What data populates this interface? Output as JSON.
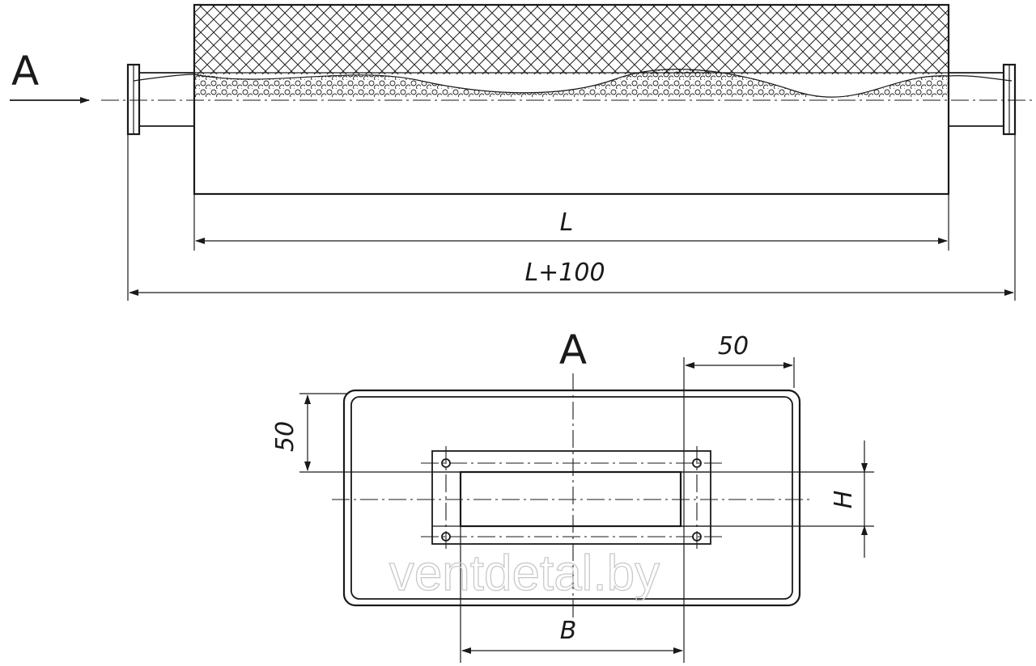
{
  "side_view": {
    "view_label": "A",
    "dim_inner": "L",
    "dim_outer": "L+100"
  },
  "section_view": {
    "view_label": "A",
    "dim_top": "50",
    "dim_left": "50",
    "dim_height": "H",
    "dim_width": "B"
  },
  "watermark": "ventdetal.by"
}
